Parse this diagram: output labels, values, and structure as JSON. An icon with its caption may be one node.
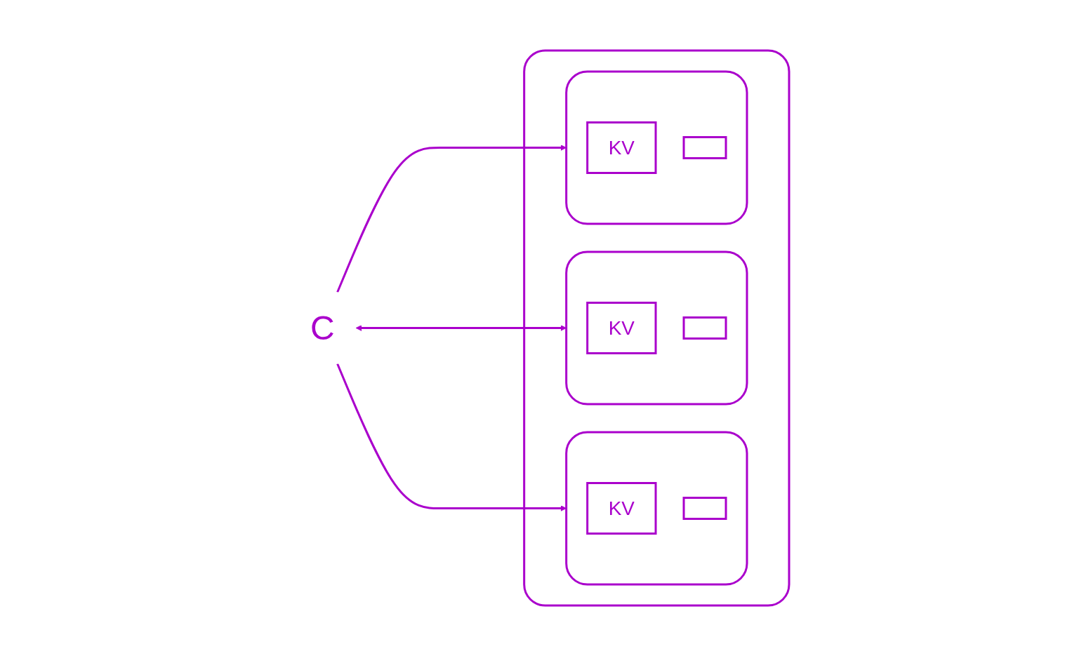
{
  "diagram": {
    "nodes": [
      {
        "text": [
          "C"
        ]
      },
      {
        "text": [],
        "shape": "box"
      },
      {
        "text": [],
        "shape": "box",
        "in": 1
      },
      {
        "text": [
          "KV"
        ],
        "in": 2
      },
      {
        "text": [],
        "shape": "box",
        "in": 2
      },
      {
        "text": [],
        "shape": "box",
        "in": 1
      },
      {
        "text": [
          "KV"
        ],
        "in": 5
      },
      {
        "text": [],
        "shape": "box",
        "in": 5
      },
      {
        "text": [],
        "shape": "box",
        "in": 1
      },
      {
        "text": [
          "KV"
        ],
        "in": 8
      },
      {
        "text": [],
        "shape": "box",
        "in": 8
      }
    ],
    "edges": [
      {
        "from": 0,
        "to": 2,
        "arrow": "to"
      },
      {
        "from": 0,
        "to": 5,
        "arrow": "both"
      },
      {
        "from": 0,
        "to": 8,
        "arrow": "to"
      }
    ]
  }
}
